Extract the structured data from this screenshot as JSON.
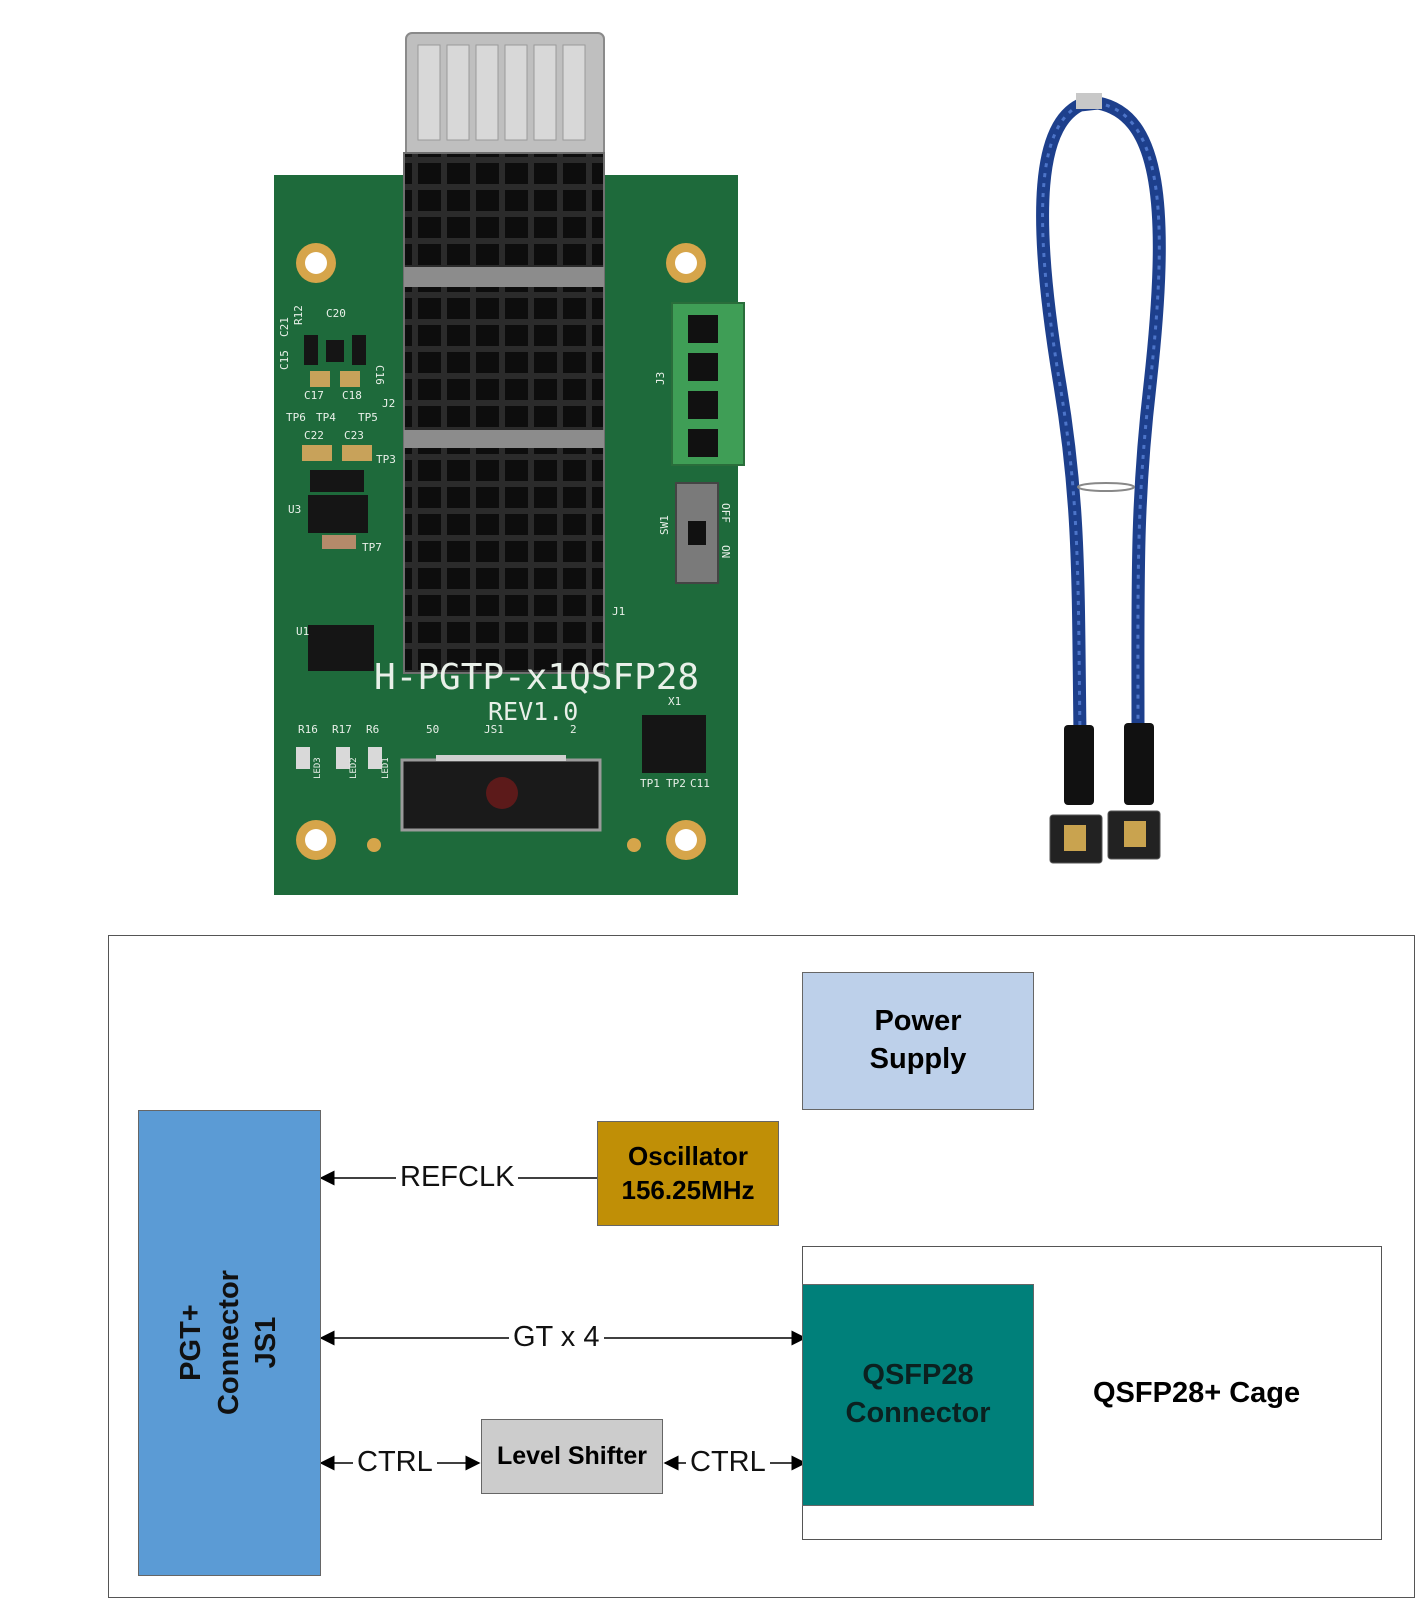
{
  "board": {
    "name_label": "H-PGTP-x1QSFP28",
    "rev_label": "REV1.0",
    "refdes": {
      "c21": "C21",
      "r12": "R12",
      "c20": "C20",
      "c15": "C15",
      "c16": "C16",
      "c17": "C17",
      "c18": "C18",
      "tp6": "TP6",
      "tp4": "TP4",
      "tp5": "TP5",
      "j2": "J2",
      "c22": "C22",
      "c23": "C23",
      "tp3": "TP3",
      "u3": "U3",
      "tp7": "TP7",
      "u1": "U1",
      "j1": "J1",
      "j3": "J3",
      "sw1": "SW1",
      "off": "OFF",
      "on": "ON",
      "x1": "X1",
      "pin50": "50",
      "js1": "JS1",
      "pin2": "2",
      "r16": "R16",
      "r17": "R17",
      "r6": "R6",
      "led3": "LED3",
      "led2": "LED2",
      "led1": "LED1",
      "tp1": "TP1",
      "tp2": "TP2",
      "c11": "C11"
    },
    "colors": {
      "pcb": "#1e6a3b",
      "heatsink": "#1c1c1c",
      "terminal": "#3f9e56"
    }
  },
  "cable": {
    "colors": {
      "braid": "#1d3f8c"
    }
  },
  "diagram": {
    "pgt_connector": {
      "line1": "PGT+",
      "line2": "Connector",
      "line3": "JS1",
      "color": "#5b9bd5"
    },
    "power_supply": {
      "line1": "Power",
      "line2": "Supply",
      "color": "#bdd0ea"
    },
    "oscillator": {
      "line1": "Oscillator",
      "line2": "156.25MHz",
      "color": "#c08f06"
    },
    "qsfp_connector": {
      "line1": "QSFP28",
      "line2": "Connector",
      "color": "#00807a"
    },
    "qsfp_cage": {
      "label": "QSFP28+ Cage"
    },
    "level_shifter": {
      "label": "Level Shifter",
      "color": "#cccccc"
    },
    "signals": {
      "refclk": "REFCLK",
      "gt": "GT x 4",
      "ctrl_left": "CTRL",
      "ctrl_right": "CTRL"
    }
  }
}
